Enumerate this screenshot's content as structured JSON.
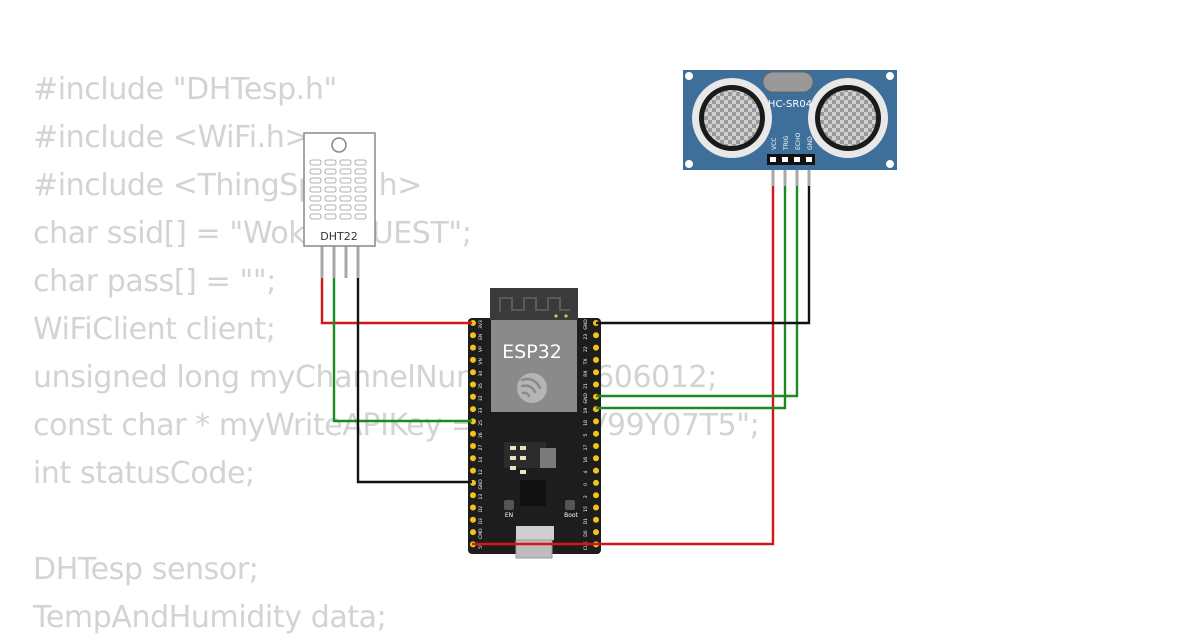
{
  "code_lines": [
    "#include \"DHTesp.h\"",
    "#include <WiFi.h>",
    "#include <ThingSpeak.h>",
    "char ssid[] = \"Wokwi-GUEST\";",
    "char pass[] = \"\";",
    "WiFiClient client;",
    "unsigned long myChannelNumber = 2606012;",
    "const char * myWriteAPIKey = \"EW3DV99Y07T5\";",
    "int statusCode;",
    "",
    "DHTesp sensor;",
    "TempAndHumidity data;"
  ],
  "dht22": {
    "label": "DHT22"
  },
  "esp32": {
    "label": "ESP32",
    "left_pins": [
      "3V3",
      "EN",
      "VP",
      "VN",
      "34",
      "35",
      "32",
      "33",
      "25",
      "26",
      "27",
      "14",
      "12",
      "GND",
      "13",
      "D2",
      "D3",
      "CMD",
      "5V"
    ],
    "right_pins": [
      "GND",
      "23",
      "22",
      "TX",
      "RX",
      "21",
      "GND",
      "19",
      "18",
      "5",
      "17",
      "16",
      "4",
      "0",
      "2",
      "15",
      "D1",
      "D0",
      "CLK"
    ],
    "en_label": "EN",
    "boot_label": "Boot"
  },
  "hcsr04": {
    "label": "HC-SR04",
    "pins": [
      "VCC",
      "TRIG",
      "ECHO",
      "GND"
    ]
  },
  "colors": {
    "wire_red": "#d2171b",
    "wire_green": "#1b8a20",
    "wire_black": "#111111",
    "code_text": "#d3d3d3",
    "board": "#1d1d1d",
    "module_blue": "#3d6f9a"
  }
}
